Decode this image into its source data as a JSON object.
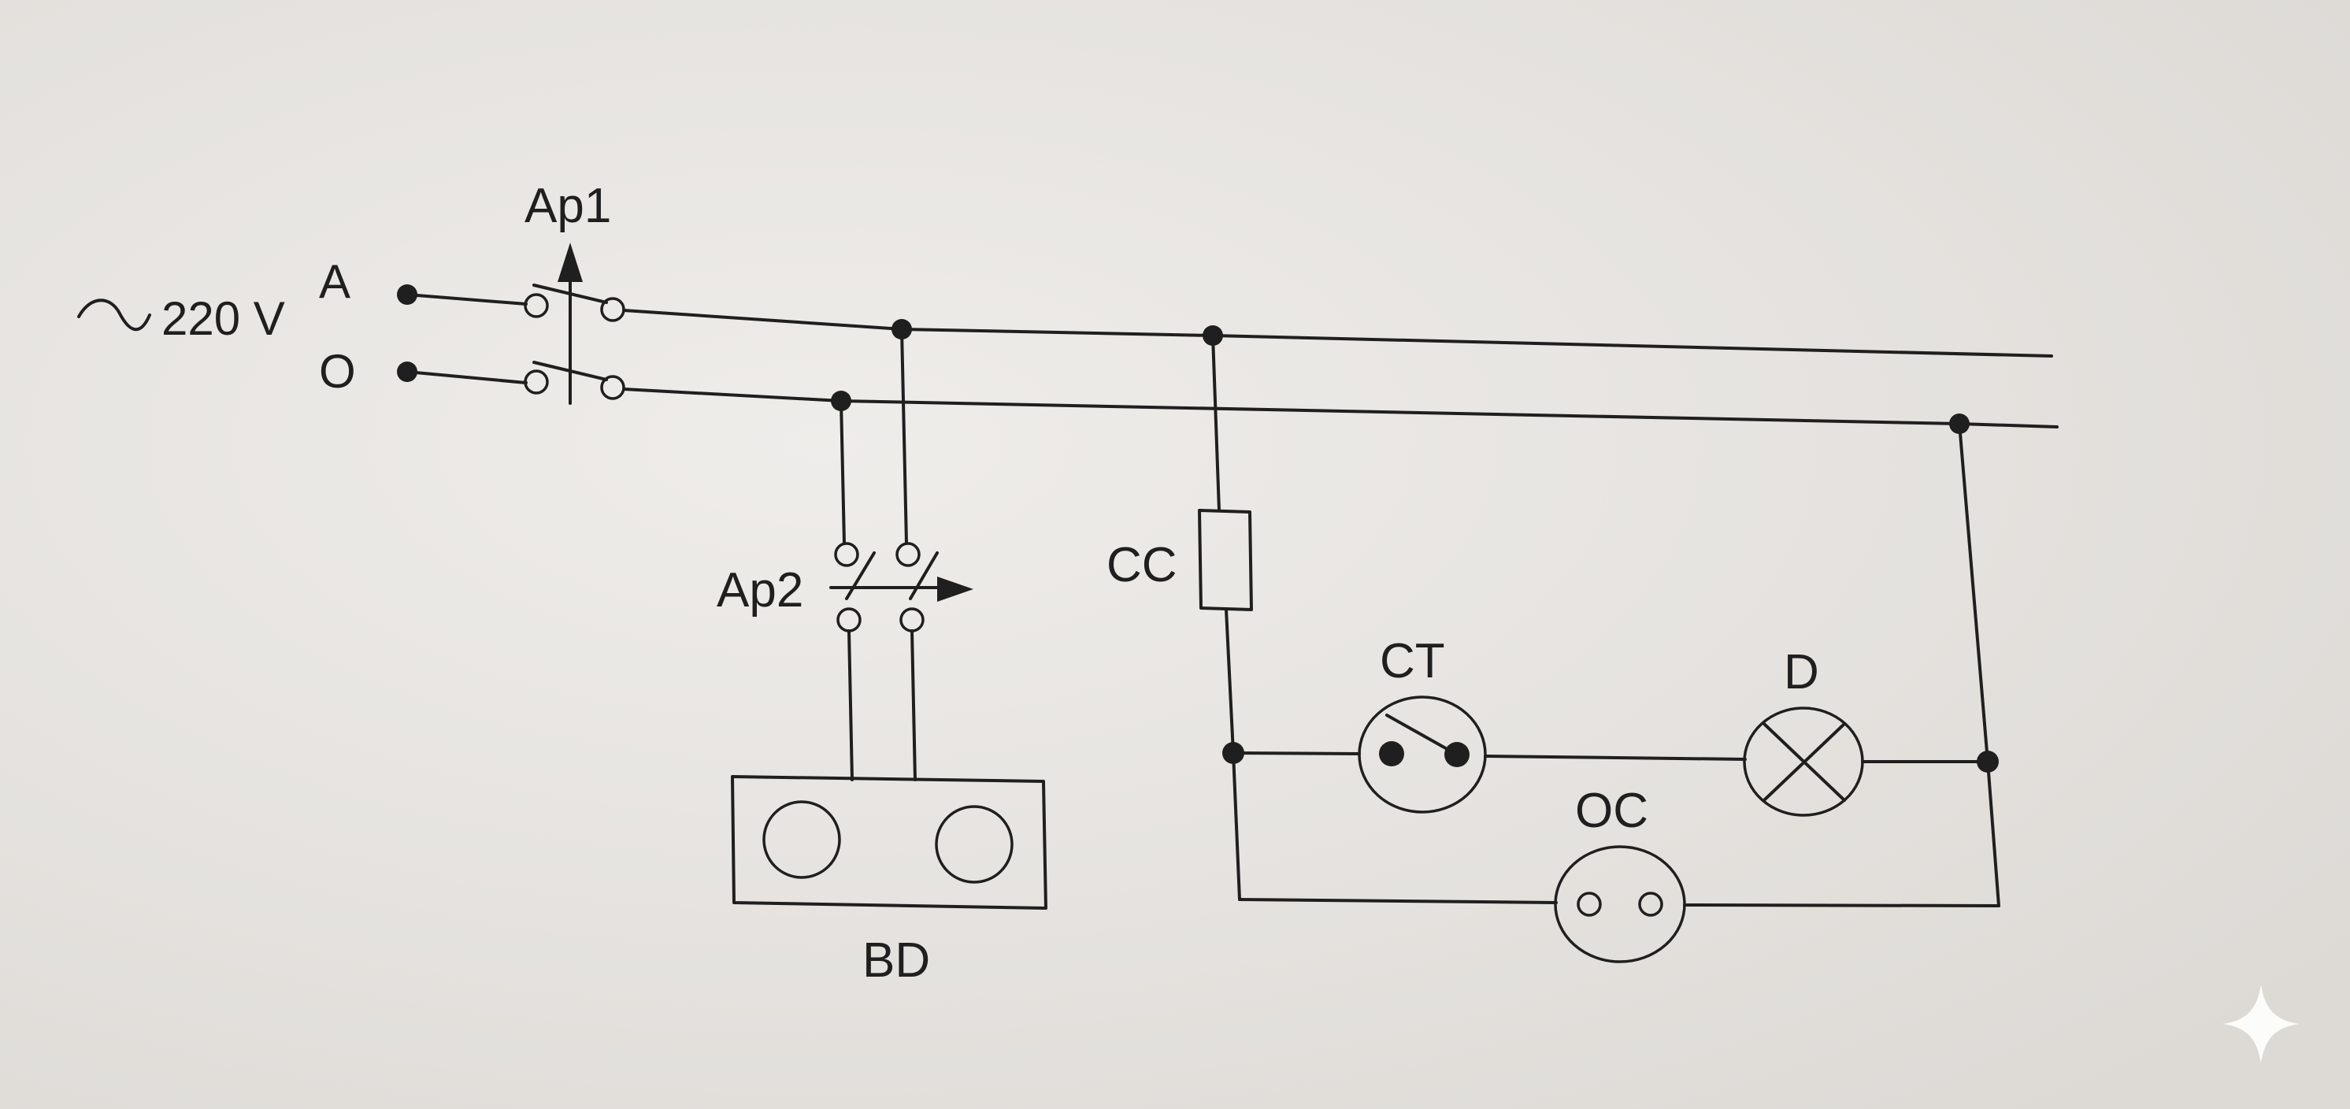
{
  "diagram": {
    "type": "electrical wiring diagram",
    "source": {
      "ac_symbol": "~",
      "voltage": "220 V",
      "phase_label": "A",
      "neutral_label": "O"
    },
    "labels": {
      "main_breaker": "Ap1",
      "branch_breaker": "Ap2",
      "socket_panel": "BD",
      "fuse": "CC",
      "switch": "CT",
      "lamp": "D",
      "outlet": "OC"
    }
  },
  "colors": {
    "paper": "#e8e6e3",
    "ink": "#1f1f1f"
  }
}
